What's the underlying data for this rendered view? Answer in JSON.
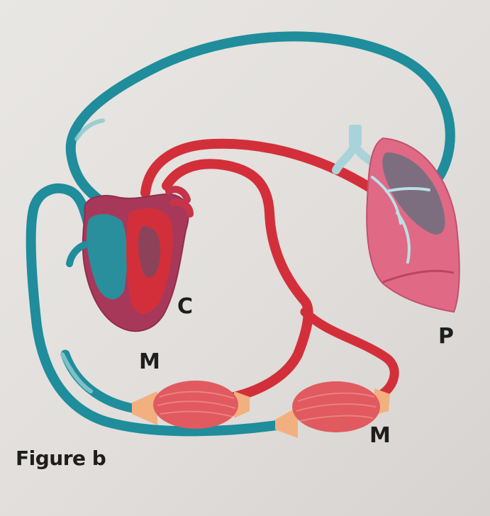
{
  "labels": {
    "heart": "C",
    "lungs": "P",
    "muscle_left": "M",
    "muscle_right": "M"
  },
  "caption": "Figure b",
  "colors": {
    "artery": "#d32f3a",
    "vein": "#1f8d9b",
    "heart": "#a8385a",
    "lung": "#e06a86",
    "muscle": "#e05a5f",
    "tendon": "#f2b07f"
  }
}
